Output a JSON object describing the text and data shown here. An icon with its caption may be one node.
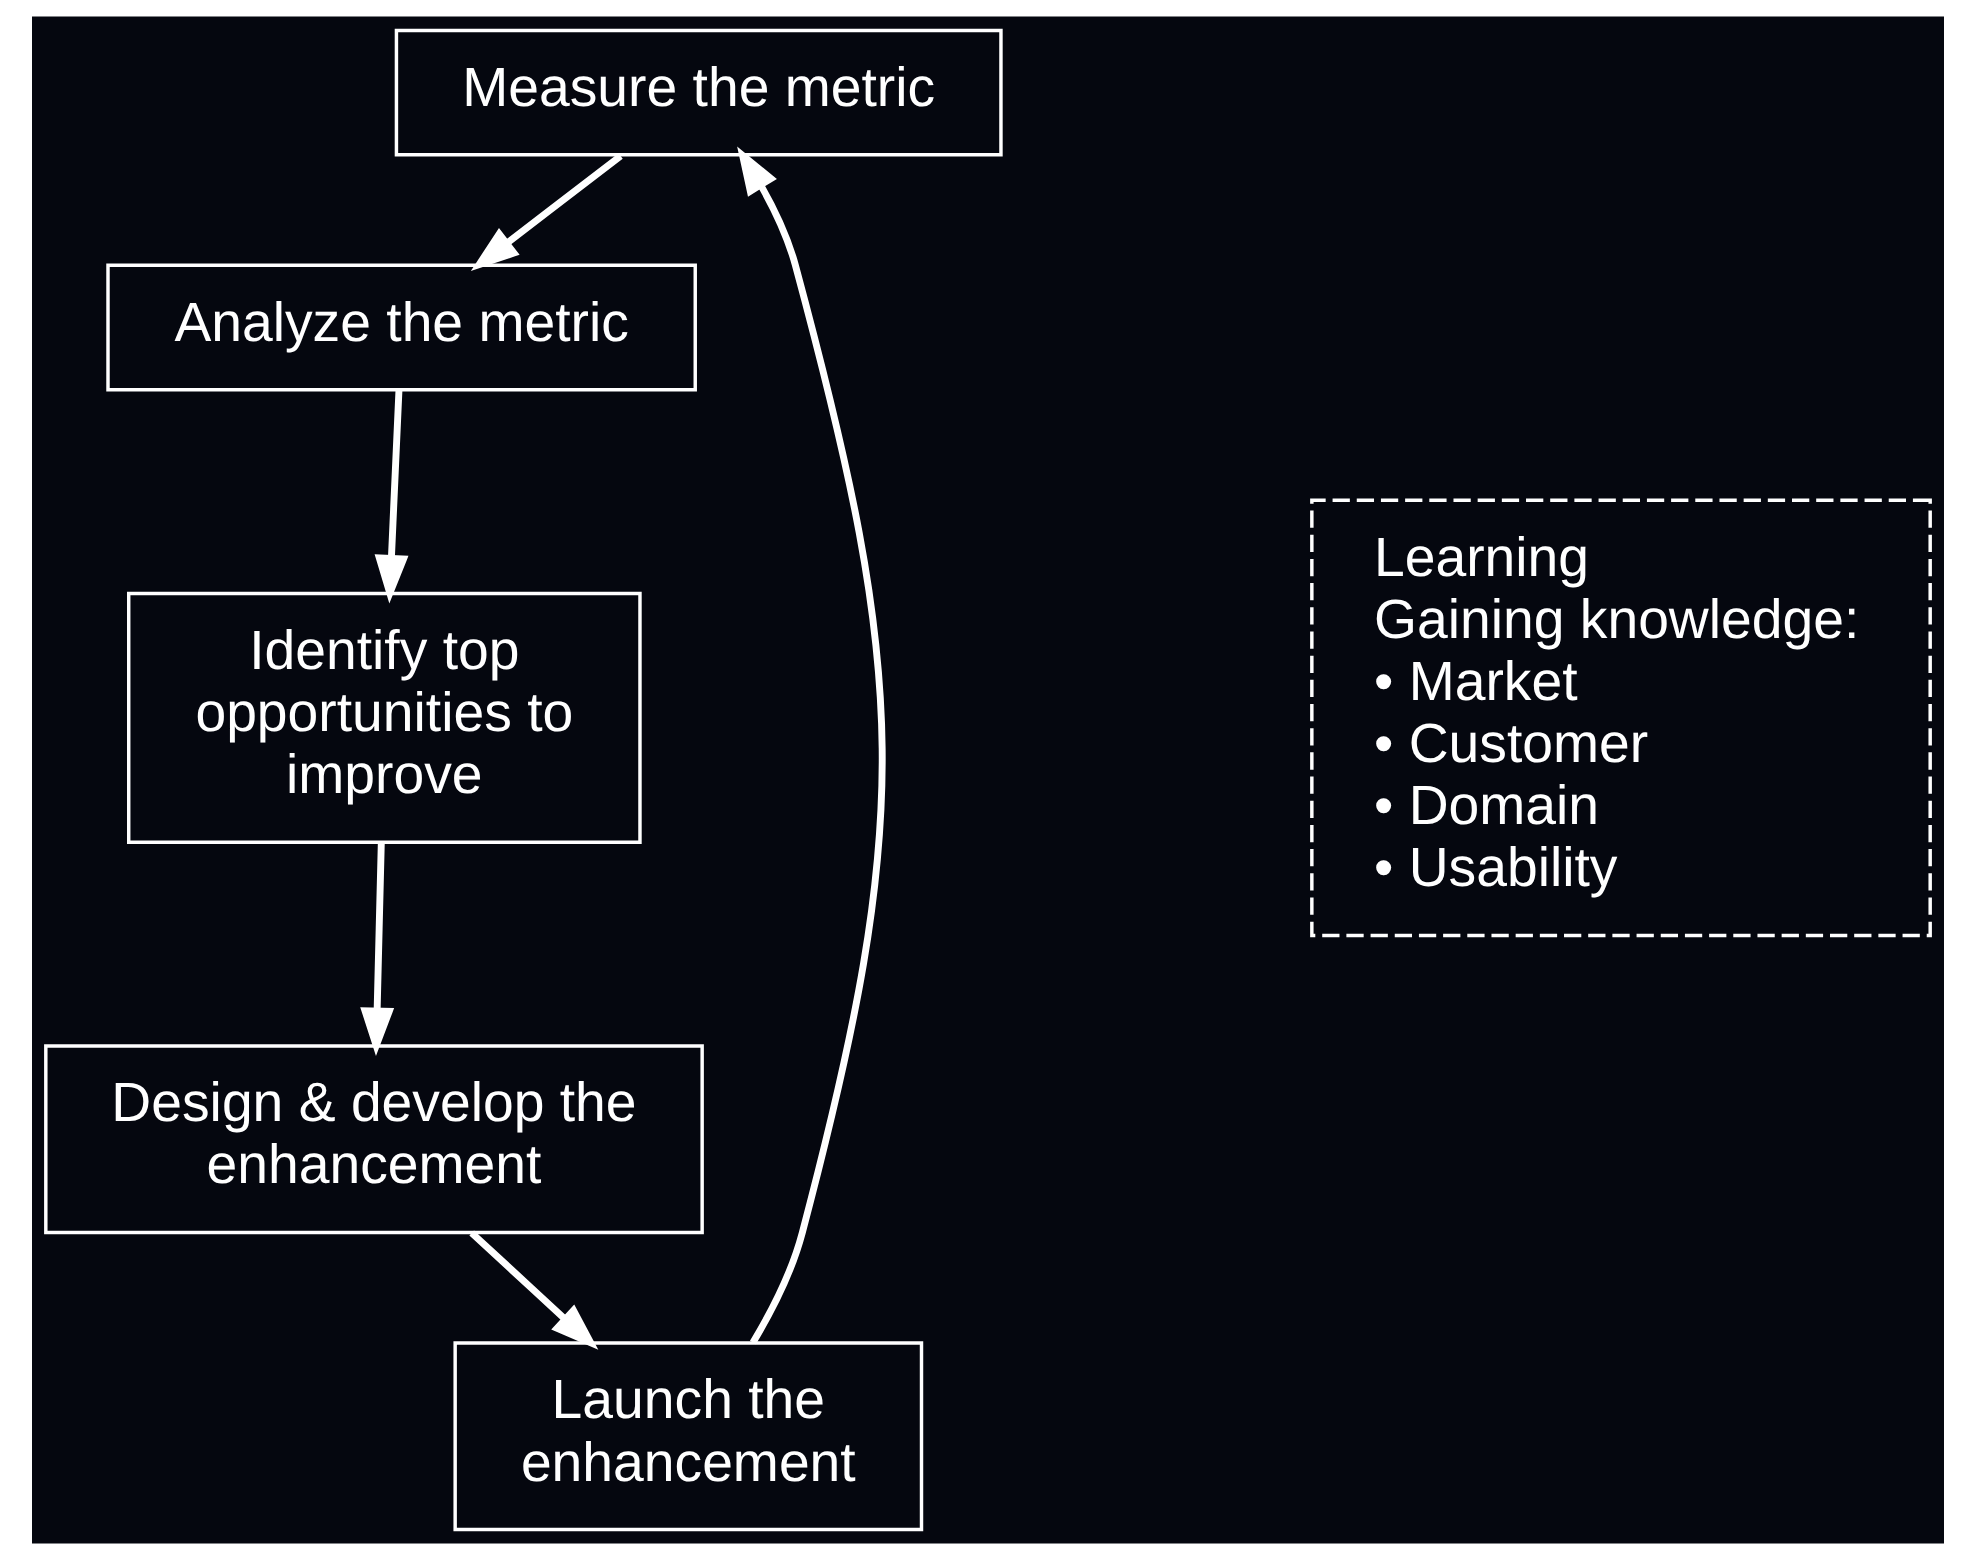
{
  "diagram": {
    "nodes": [
      {
        "text": [
          "Measure the metric"
        ]
      },
      {
        "text": [
          "Analyze the metric"
        ]
      },
      {
        "text": [
          "Identify top opportunities to improve"
        ]
      },
      {
        "text": [
          "Design & develop the enhancement"
        ]
      },
      {
        "text": [
          "Launch the enhancement"
        ]
      },
      {
        "text": [
          "Learning",
          "Gaining knowledge:",
          "• Market",
          "• Customer",
          "• Domain",
          "• Usability"
        ]
      }
    ],
    "edges": [
      {
        "from": 0,
        "to": 1,
        "arrow": "to"
      },
      {
        "from": 1,
        "to": 2,
        "arrow": "to"
      },
      {
        "from": 2,
        "to": 3,
        "arrow": "to"
      },
      {
        "from": 3,
        "to": 4,
        "arrow": "to"
      },
      {
        "from": 4,
        "to": 0,
        "arrow": "to"
      }
    ]
  }
}
